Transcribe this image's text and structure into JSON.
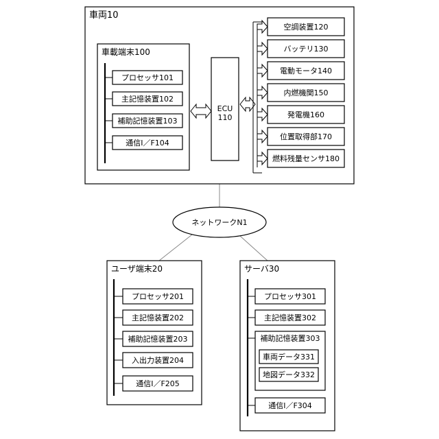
{
  "vehicle": {
    "title": "車両10",
    "terminal": {
      "title": "車載端末100",
      "items": [
        "プロセッサ101",
        "主記憶装置102",
        "補助記憶装置103",
        "通信I／F104"
      ]
    },
    "ecu": {
      "line1": "ECU",
      "line2": "110"
    },
    "devices": [
      "空調装置120",
      "バッテリ130",
      "電動モータ140",
      "内燃機関150",
      "発電機160",
      "位置取得部170",
      "燃料残量センサ180"
    ]
  },
  "network": {
    "label": "ネットワークN1"
  },
  "user_terminal": {
    "title": "ユーザ端末20",
    "items": [
      "プロセッサ201",
      "主記憶装置202",
      "補助記憶装置203",
      "入出力装置204",
      "通信I／F205"
    ]
  },
  "server": {
    "title": "サーバ30",
    "items": [
      "プロセッサ301",
      "主記憶装置302"
    ],
    "aux_storage": {
      "label": "補助記憶装置303",
      "items": [
        "車両データ331",
        "地図データ332"
      ]
    },
    "comm": "通信I／F304"
  }
}
